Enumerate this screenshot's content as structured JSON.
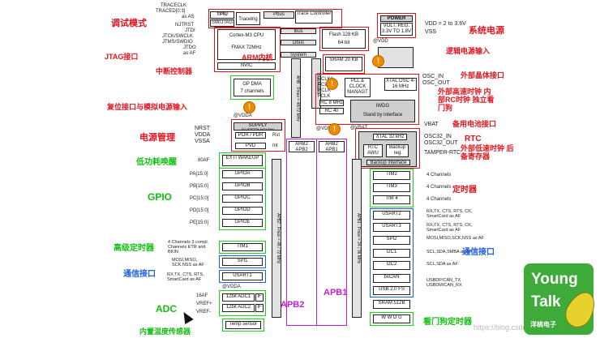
{
  "blocks": {
    "tpiu": "TPIU",
    "swjtag": "SW/JTAG",
    "tracetrig": "Tracetrig",
    "trace_ctrl": "Trace Controller",
    "pbus": "Pbus",
    "cortex": "Cortex-M3 CPU",
    "fmax": "FMAX 72MHz",
    "ibus": "Ibus",
    "dbus": "Dbus",
    "flash": "Flash 128 KB",
    "flash_sub": "64 bit",
    "nvic": "NVIC",
    "systen": "System",
    "bus_matrix": "BusMatrix",
    "sram": "SRAM 20 KB",
    "gpdma": "GP DMA",
    "gpdma_sub": "7 channels",
    "power": "POWER",
    "volt_reg": "VOLT. REG. 3.3V TO 1.8V",
    "pll": "PLL & CLOCK MANAGT",
    "xtal": "XTAL OSC 4-16 MHz",
    "rc8": "RC 8 MHz",
    "rc40": "RC 40 kHz",
    "iwdg": "IWDG",
    "standby": "Stand by interface",
    "supply_sup": "SUPPLY SUPERVISION",
    "por": "POR / PDR",
    "pvd": "PVD",
    "rst": "Rst",
    "int": "Int",
    "xtal32": "XTAL 32 kHz",
    "rtc": "RTC AWU",
    "backup_reg": "Backup reg",
    "backup_iface": "Backup interface",
    "exti": "EXTI WAKEUP",
    "gpioa": "GPIOA",
    "gpiob": "GPIOB",
    "gpioc": "GPIOC",
    "gpiod": "GPIOD",
    "gpioe": "GPIOE",
    "tim1": "TIM1",
    "spi1": "SPI1",
    "usart1": "USART1",
    "adc1": "12bit ADC1",
    "adc2": "12bit ADC2",
    "if1": "IF",
    "if2": "IF",
    "temp": "Temp sensor",
    "ahb2apb2": "AHB2 APB2",
    "ahb2apb1": "AHB2 APB1",
    "apb2_bus": "APB2 : Fmax = 48 / 72 MHz",
    "apb1_bus": "APB1 : Fmax = 24 / 36 MHz",
    "ahb_bus": "AHB : Fmax = 48/72 MHz",
    "tim2": "TIM2",
    "tim3": "TIM3",
    "tim4": "TIM 4",
    "usart2": "USART2",
    "usart3": "USART3",
    "spi2": "SPI2",
    "i2c1": "I2C1",
    "i2c2": "I2C2",
    "bxcan": "bxCAN",
    "usb": "USB 2.0 FS",
    "sram512": "SRAM 512B",
    "wwdg": "W W D G"
  },
  "signals": {
    "traceclk": "TRACECLK",
    "traced": "TRACED[0:3]",
    "as_as": "as AS",
    "ntrst": "NJTRST",
    "jtdi": "JTDI",
    "jtck": "JTCK/SWCLK",
    "jtms": "JTMS/SWDIO",
    "jtdo": "JTDO",
    "as_af": "as AF",
    "vdd_range": "VDD = 2 to 3.6V",
    "vss": "VSS",
    "at_vdd": "@VDD",
    "at_vdda": "@VDDA",
    "at_vbat": "@VBAT",
    "pclk1": "PCLK1",
    "pclk2": "PCLK2",
    "hclk": "HCLK",
    "fclk": "FCLK",
    "osc_in": "OSC_IN",
    "osc_out": "OSC_OUT",
    "vbat": "VBAT",
    "osc32_in": "OSC32_IN",
    "osc32_out": "OSC32_OUT",
    "tamper": "TAMPER-RTC",
    "nrst": "NRST",
    "vdda": "VDDA",
    "vssa": "VSSA",
    "af80": "80AF",
    "pa": "PA[15:0]",
    "pb": "PB[15:0]",
    "pc": "PC[15:0]",
    "pd": "PD[15:0]",
    "pe": "PE[15:0]",
    "tim1_sig": "4 Channels 3 compl. Channels ETR and BKIN",
    "spi1_sig": "MOSI,MISO, SCK,NSS as AF",
    "usart1_sig": "RX,TX, CTS, RTS, SmartCard as AF",
    "adc_in": "16AF",
    "vref_p": "VREF+",
    "vref_m": "VREF-",
    "tim2_sig": "4 Channels",
    "tim3_sig": "4 Channels",
    "tim4_sig": "4 Channels",
    "usart2_sig": "RX,TX, CTS, RTS, CK, SmartCard as AF",
    "usart3_sig": "RX,TX, CTS, RTS, CK, SmartCard as AF",
    "spi2_sig": "MOSI,MISO,SCK,NSS as AF",
    "i2c1_sig": "SCL,SDA,SMBA as AF",
    "i2c2_sig": "SCL,SDA as AF",
    "can_sig": "USBDP/CAN_TX USBDM/CAN_RX"
  },
  "annotations": {
    "debug": "调试模式",
    "jtag": "JTAG接口",
    "nvic": "中断控制器",
    "arm_core": "ARM内核",
    "sys_power": "系统电源",
    "logic_power": "逻辑电源输入",
    "ext_crystal": "外部晶体接口",
    "clocks": "外部高速时钟 内部RC时钟 独立看门狗",
    "backup_power": "备用电池接口",
    "rtc": "RTC",
    "rtc_sub": "外部低速时钟 后备寄存器",
    "reset_power": "复位接口与模拟电源输入",
    "power_mgmt": "电源管理",
    "lowpower": "低功耗唤醒",
    "gpio": "GPIO",
    "adv_timer": "高级定时器",
    "comm1": "通信接口",
    "adc": "ADC",
    "temp_sensor": "内置温度传感器",
    "apb2": "APB2",
    "apb1": "APB1",
    "timer": "定时器",
    "comm2": "通信接口",
    "watchdog": "看门狗定时器"
  },
  "logo": {
    "line1": "Young",
    "line2": "Talk",
    "caption": "洋桃电子"
  },
  "watermark": "https://blog.csdn.net/weixin_...",
  "colors": {
    "red": "#e0141e",
    "green": "#10c010",
    "blue": "#1f5fe0",
    "magenta": "#c21fd8",
    "warning": "#f08a00"
  }
}
